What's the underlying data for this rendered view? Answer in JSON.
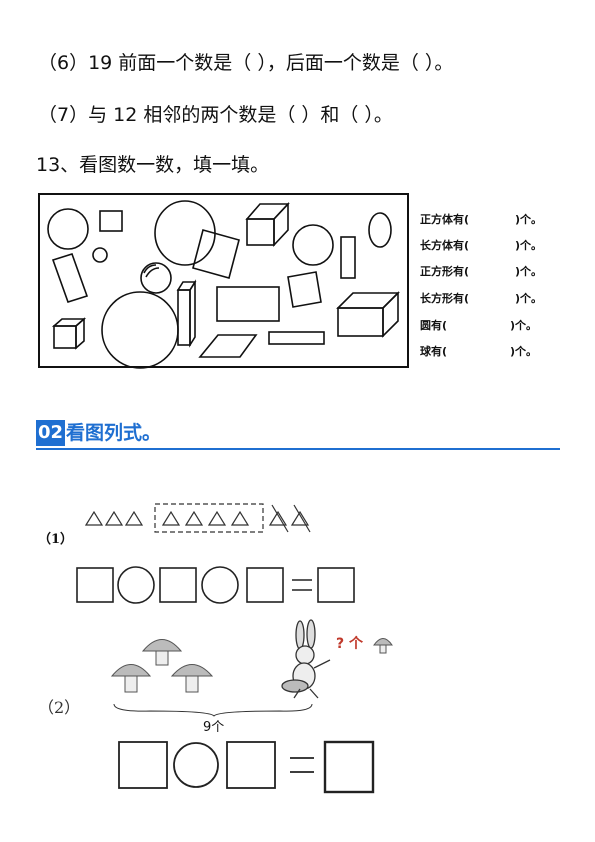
{
  "questions": {
    "q6": "（6）19 前面一个数是（ ），后面一个数是（ ）。",
    "q7": "（7）与 12 相邻的两个数是（ ）和（ ）。",
    "q13": "13、看图数一数，填一填。"
  },
  "legend": [
    {
      "label": "正方体有(",
      "suffix": ")个。"
    },
    {
      "label": "长方体有(",
      "suffix": ")个。"
    },
    {
      "label": "正方形有(",
      "suffix": ")个。"
    },
    {
      "label": "长方形有(",
      "suffix": ")个。"
    },
    {
      "label": "圆有(",
      "suffix": ")个。"
    },
    {
      "label": "球有(",
      "suffix": ")个。"
    }
  ],
  "section": {
    "number": "02",
    "title": "看图列式。",
    "color": "#1f6fd1"
  },
  "problem1": {
    "label": "（1）",
    "triangles_total": 9,
    "triangles_boxed": 4,
    "triangles_crossed": 2
  },
  "problem2": {
    "label": "（2）",
    "count_label": "9个",
    "question_mark": "?",
    "question_unit": "个",
    "mushrooms_shown": 3
  },
  "colors": {
    "ink": "#111111",
    "accent": "#1f6fd1",
    "question": "#c0392b"
  }
}
